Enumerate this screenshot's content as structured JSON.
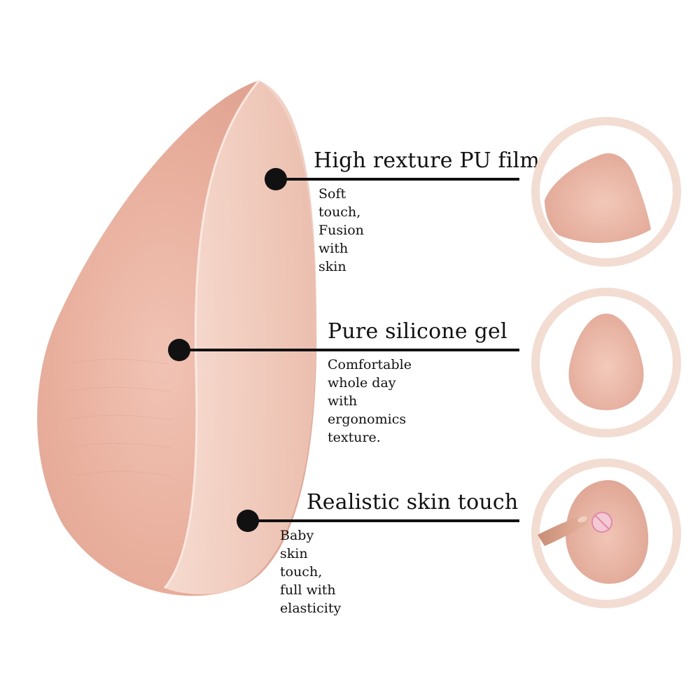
{
  "colors": {
    "skin_light": "#f6d7cb",
    "skin_mid": "#e9b3a3",
    "skin_dark": "#d99a88",
    "ring": "#f3ddd3",
    "line": "#111111"
  },
  "features": [
    {
      "title": "High rexture PU film",
      "description": "Soft touch, Fusion with skin"
    },
    {
      "title": "Pure silicone gel",
      "description": "Comfortable whole day\nwith ergonomics texture."
    },
    {
      "title": "Realistic skin touch",
      "description": "Baby skin touch, full with elasticity"
    }
  ],
  "images": {
    "main": "silicone-breast-form-product",
    "thumb_1": "breast-form-side-view",
    "thumb_2": "breast-form-front-view",
    "thumb_3": "breast-form-touch-demo"
  }
}
